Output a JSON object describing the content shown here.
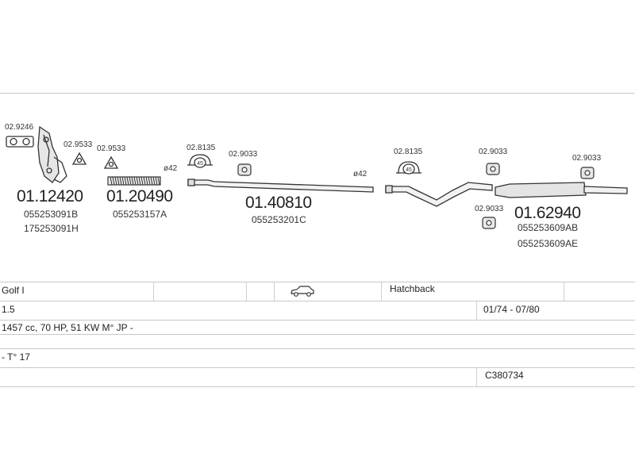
{
  "parts": [
    {
      "id": "manifold",
      "ref": "01.12420",
      "codes": [
        "055253091B",
        "175253091H"
      ]
    },
    {
      "id": "flex-pipe",
      "ref": "01.20490",
      "codes": [
        "055253157A"
      ]
    },
    {
      "id": "front-pipe",
      "ref": "01.40810",
      "codes": [
        "055253201C"
      ]
    },
    {
      "id": "rear-silencer",
      "ref": "01.62940",
      "codes": [
        "055253609AB",
        "055253609AE"
      ]
    }
  ],
  "accessories": {
    "gasket_a": "02.9246",
    "gasket_b": "02.9533",
    "gasket_c": "02.9533",
    "clamp_1": "02.8135",
    "mount_1": "02.9033",
    "clamp_2": "02.8135",
    "mount_2": "02.9033",
    "mount_3": "02.9033",
    "mount_4": "02.9033"
  },
  "clamp_size": "45",
  "diameter_labels": [
    "ø42",
    "ø42"
  ],
  "vehicle": {
    "model": "Golf I",
    "body": "Hatchback",
    "engine": "1.5",
    "years": "01/74 - 07/80",
    "details": "1457 cc, 70 HP, 51 KW M° JP -",
    "type": "- T° 17",
    "catalog_number": "C380734"
  },
  "icons": [
    "car-icon",
    "gasket-icon",
    "clamp-icon",
    "rubber-mount-icon"
  ]
}
